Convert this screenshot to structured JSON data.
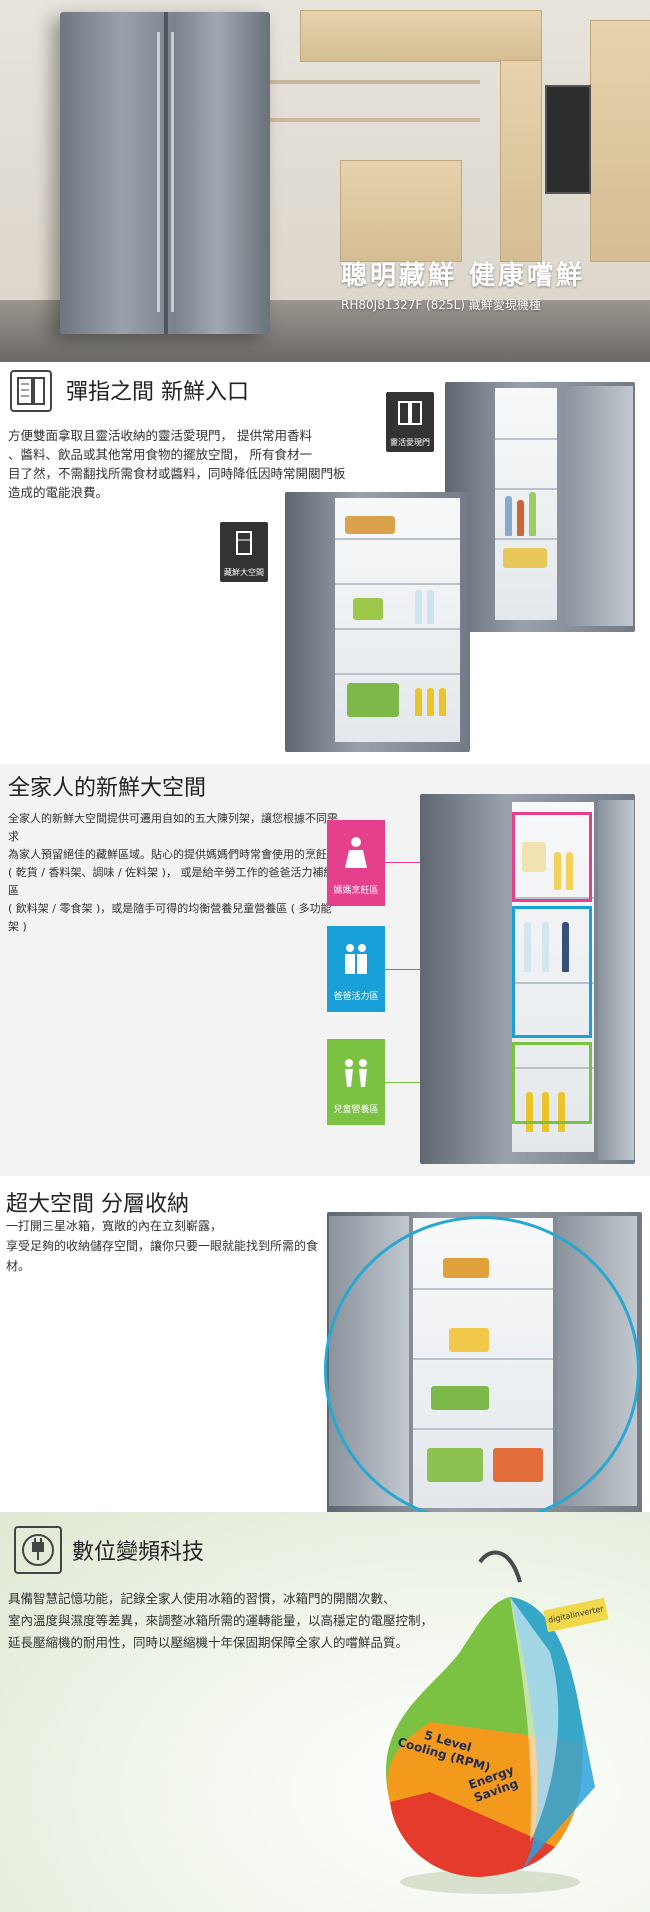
{
  "hero": {
    "title": "聰明藏鮮 健康嚐鮮",
    "subtitle": "RH80J81327F (825L)  藏鮮愛現機種"
  },
  "section1": {
    "title": "彈指之間 新鮮入口",
    "body_lines": [
      "方便雙面拿取且靈活收納的靈活愛現門， 提供常用香料",
      "、醬料、飲品或其他常用食物的擺放空間， 所有食材一",
      "目了然，不需翻找所需食材或醬料，同時降低因時常開關門板",
      "造成的電能浪費。"
    ],
    "badge_top": "靈活愛現門",
    "badge_bottom": "藏鮮大空間"
  },
  "section2": {
    "title": "全家人的新鮮大空間",
    "body_lines": [
      "全家人的新鮮大空間提供可遷用自如的五大陳列架，讓您根據不同需求",
      "為家人預留絕佳的藏鮮區域。貼心的提供媽媽們時常會使用的烹飪區",
      "( 乾貨 / 香料架、調味 / 佐料架 )， 或是給辛勞工作的爸爸活力補給區",
      "( 飲料架 / 零食架 )，或是隨手可得的均衡營養兒童營養區 ( 多功能架 )"
    ],
    "zones": [
      {
        "label": "媽媽烹飪區",
        "color": "#e4408c"
      },
      {
        "label": "爸爸活力區",
        "color": "#1aa0d8"
      },
      {
        "label": "兒童營養區",
        "color": "#7cc242"
      }
    ]
  },
  "section3": {
    "title": "超大空間 分層收納",
    "body_lines": [
      "一打開三星冰箱，寬敞的內在立刻嶄露，",
      "享受足夠的收納儲存空間，讓你只要一眼就能找到所需的食材。"
    ]
  },
  "section4": {
    "title": "數位變頻科技",
    "body_lines": [
      "具備智慧記憶功能，記錄全家人使用冰箱的習慣，冰箱門的開關次數、",
      "室內溫度與濕度等差異，來調整冰箱所需的運轉能量，以高穩定的電壓控制，",
      "延長壓縮機的耐用性，同時以壓縮機十年保固期保障全家人的嚐鮮品質。"
    ],
    "bulb_tag": "digitalinverter",
    "bulb_label_1_line1": "5 Level",
    "bulb_label_1_line2": "Cooling (RPM)",
    "bulb_label_2_line1": "Energy",
    "bulb_label_2_line2": "Saving"
  },
  "colors": {
    "mom": "#e4408c",
    "dad": "#1aa0d8",
    "kid": "#7cc242",
    "circle": "#28a8d0"
  }
}
